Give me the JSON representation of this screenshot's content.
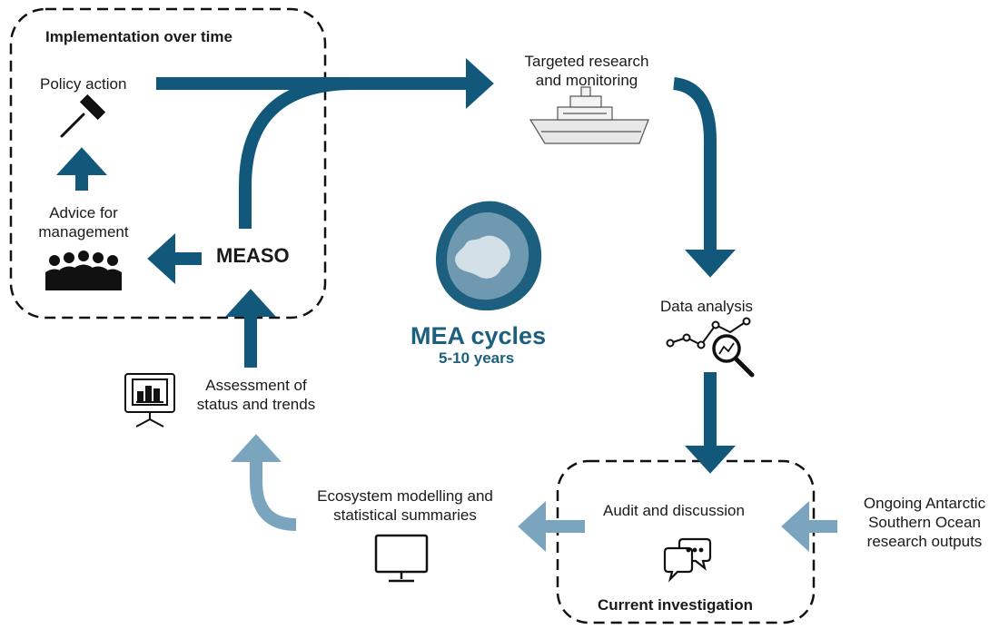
{
  "colors": {
    "dark_arrow": "#11587a",
    "light_arrow": "#7ba4bf",
    "antarctica_outer": "#1c5f7e",
    "antarctica_mid": "#6f98b1",
    "antarctica_land": "#d4e0e8",
    "text": "#1a1a1a",
    "accent_text": "#1c5f7e"
  },
  "implementation_box": {
    "title": "Implementation over time",
    "policy_action": "Policy action",
    "advice_line1": "Advice for",
    "advice_line2": "management",
    "measo": "MEASO"
  },
  "research": {
    "line1": "Targeted research",
    "line2": "and monitoring"
  },
  "data_analysis": "Data analysis",
  "center": {
    "title": "MEA cycles",
    "subtitle": "5-10 years"
  },
  "assessment": {
    "line1": "Assessment of",
    "line2": "status and trends"
  },
  "modelling": {
    "line1": "Ecosystem modelling and",
    "line2": "statistical summaries"
  },
  "investigation_box": {
    "audit": "Audit and discussion",
    "title": "Current investigation"
  },
  "ongoing": {
    "line1": "Ongoing Antarctic",
    "line2": "Southern Ocean",
    "line3": "research outputs"
  },
  "icons": [
    "gavel-icon",
    "people-icon",
    "ship-icon",
    "data-analysis-icon",
    "presentation-board-icon",
    "computer-monitor-icon",
    "chat-bubbles-icon",
    "antarctica-map-icon"
  ]
}
